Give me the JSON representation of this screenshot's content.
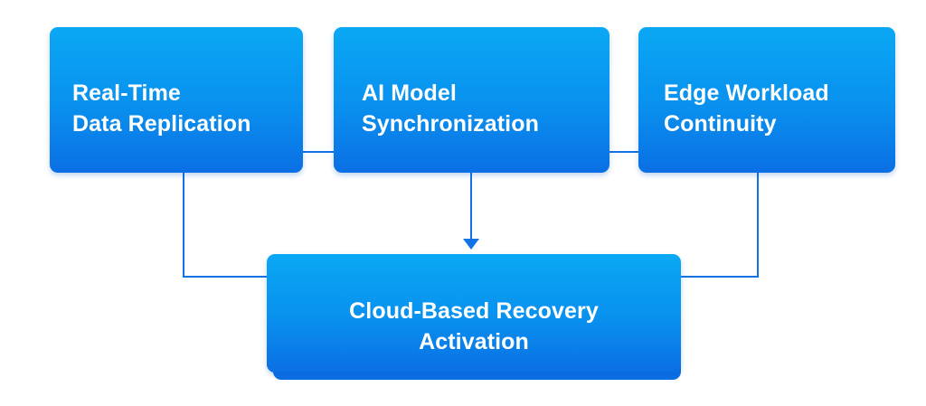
{
  "diagram": {
    "sources": [
      {
        "label": "Real-Time\nData Replication"
      },
      {
        "label": "AI Model\nSynchronization"
      },
      {
        "label": "Edge Workload\nContinuity"
      }
    ],
    "target": {
      "label": "Cloud-Based Recovery\nActivation"
    },
    "colors": {
      "box_top": "#0aa8f4",
      "box_bottom": "#0b6fe4",
      "connector": "#1273e6",
      "text": "#ffffff"
    }
  }
}
